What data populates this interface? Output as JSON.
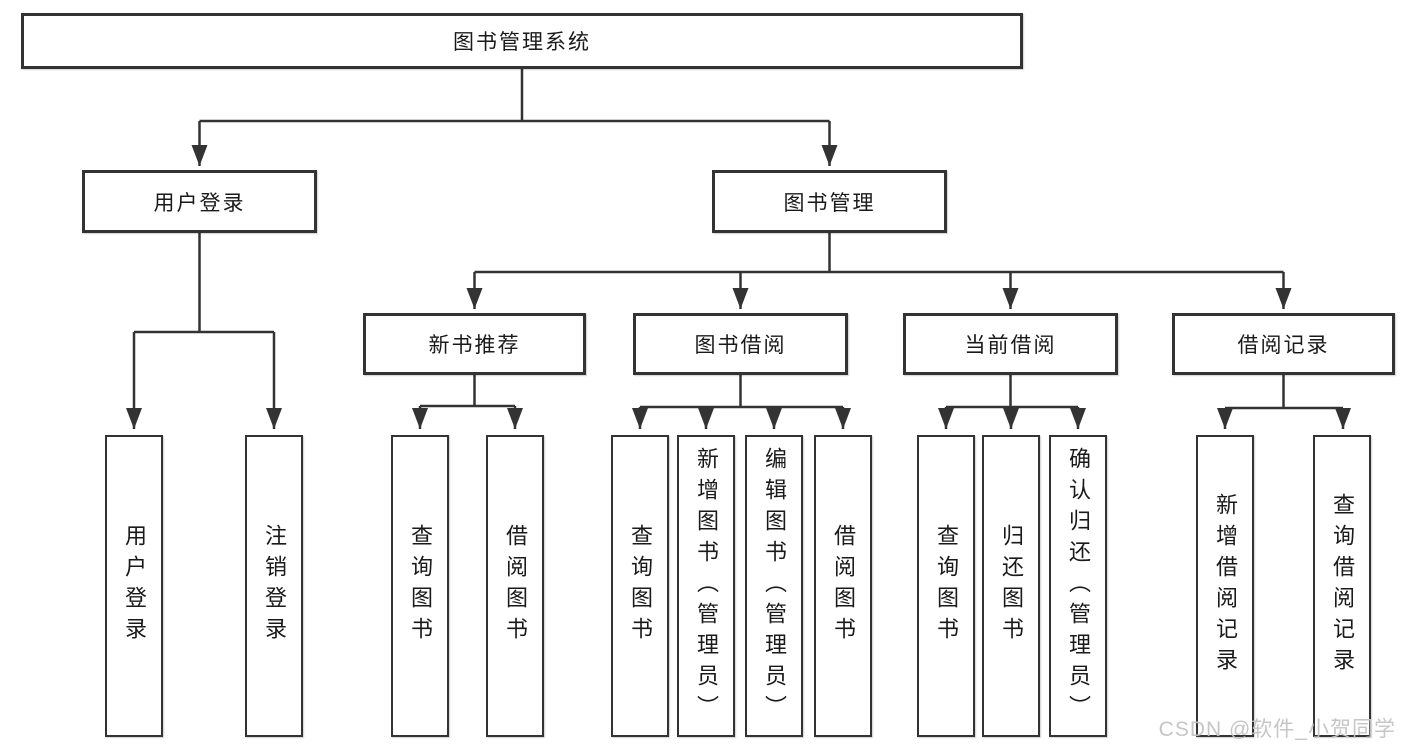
{
  "diagram": {
    "title": "图书管理系统",
    "branch_user": {
      "label": "用户登录",
      "leaves": [
        "用户登录",
        "注销登录"
      ]
    },
    "branch_book": {
      "label": "图书管理",
      "groups": [
        {
          "label": "新书推荐",
          "leaves": [
            "查询图书",
            "借阅图书"
          ]
        },
        {
          "label": "图书借阅",
          "leaves": [
            "查询图书",
            "新增图书（管理员）",
            "编辑图书（管理员）",
            "借阅图书"
          ]
        },
        {
          "label": "当前借阅",
          "leaves": [
            "查询图书",
            "归还图书",
            "确认归还（管理员）"
          ]
        },
        {
          "label": "借阅记录",
          "leaves": [
            "新增借阅记录",
            "查询借阅记录"
          ]
        }
      ]
    }
  },
  "watermark": {
    "text": "CSDN @软件_小贺同学",
    "color": "#c3c3c3"
  },
  "colors": {
    "line": "#333333",
    "text": "#1a1a1a",
    "background": "#ffffff"
  }
}
